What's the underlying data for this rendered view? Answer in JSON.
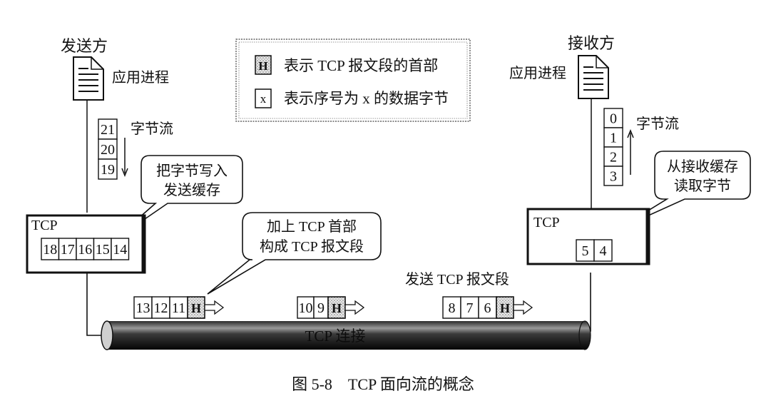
{
  "caption": "图 5-8　TCP 面向流的概念",
  "legend": {
    "header_symbol": "H",
    "header_text": "表示 TCP 报文段的首部",
    "byte_symbol": "x",
    "byte_text": "表示序号为 x 的数据字节"
  },
  "sender": {
    "title": "发送方",
    "process_label": "应用进程",
    "stream_label": "字节流",
    "stream_bytes": [
      "21",
      "20",
      "19"
    ],
    "callout_lines": [
      "把字节写入",
      "发送缓存"
    ],
    "tcp_label": "TCP",
    "buffer_bytes": [
      "18",
      "17",
      "16",
      "15",
      "14"
    ]
  },
  "receiver": {
    "title": "接收方",
    "process_label": "应用进程",
    "stream_label": "字节流",
    "stream_bytes": [
      "0",
      "1",
      "2",
      "3"
    ],
    "callout_lines": [
      "从接收缓存",
      "读取字节"
    ],
    "tcp_label": "TCP",
    "buffer_bytes": [
      "5",
      "4"
    ]
  },
  "middle_callout_lines": [
    "加上 TCP 首部",
    "构成 TCP 报文段"
  ],
  "send_segment_label": "发送 TCP 报文段",
  "connection_label": "TCP 连接",
  "segments": [
    [
      "13",
      "12",
      "11"
    ],
    [
      "10",
      "9"
    ],
    [
      "8",
      "7",
      "6"
    ]
  ]
}
